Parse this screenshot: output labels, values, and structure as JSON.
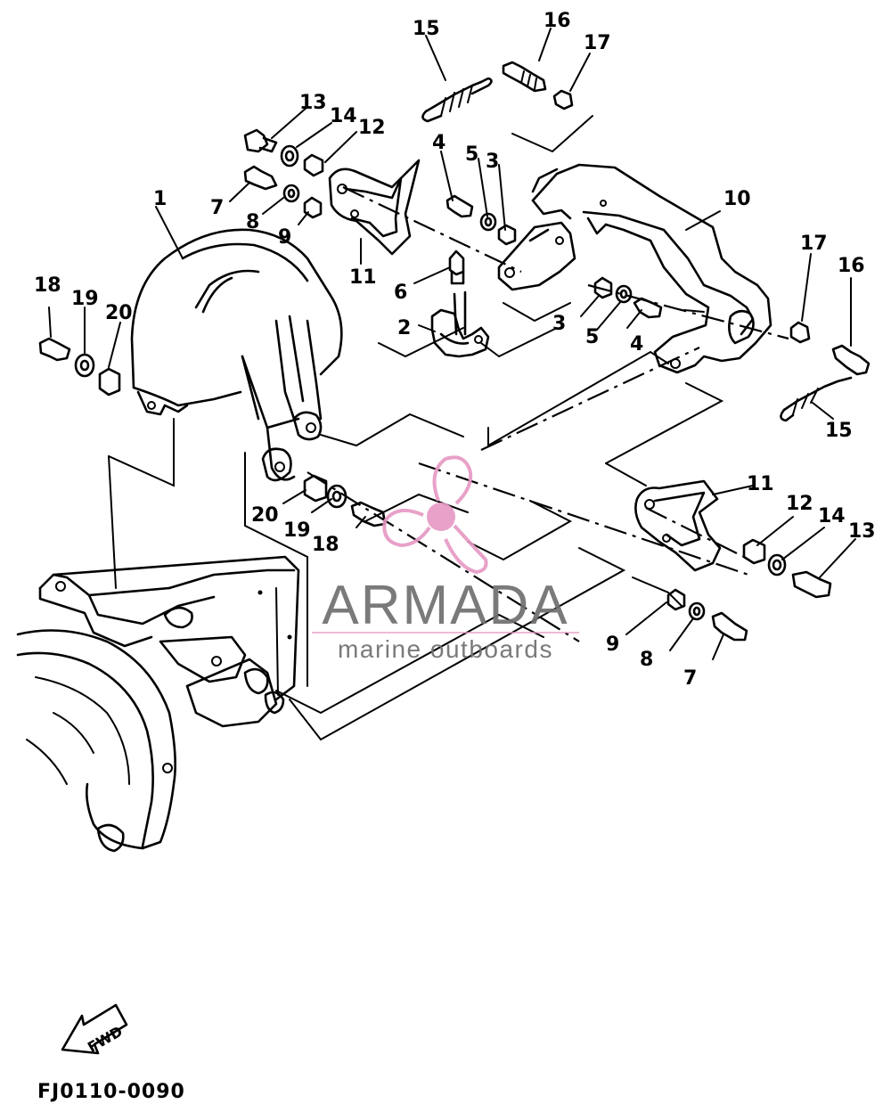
{
  "diagram": {
    "code": "FJ0110-0090",
    "fwd_label": "FWD",
    "callouts": [
      {
        "id": "c1",
        "text": "1"
      },
      {
        "id": "c2",
        "text": "2"
      },
      {
        "id": "c3a",
        "text": "3"
      },
      {
        "id": "c3b",
        "text": "3"
      },
      {
        "id": "c4a",
        "text": "4"
      },
      {
        "id": "c4b",
        "text": "4"
      },
      {
        "id": "c5a",
        "text": "5"
      },
      {
        "id": "c5b",
        "text": "5"
      },
      {
        "id": "c6",
        "text": "6"
      },
      {
        "id": "c7a",
        "text": "7"
      },
      {
        "id": "c7b",
        "text": "7"
      },
      {
        "id": "c8a",
        "text": "8"
      },
      {
        "id": "c8b",
        "text": "8"
      },
      {
        "id": "c9a",
        "text": "9"
      },
      {
        "id": "c9b",
        "text": "9"
      },
      {
        "id": "c10",
        "text": "10"
      },
      {
        "id": "c11a",
        "text": "11"
      },
      {
        "id": "c11b",
        "text": "11"
      },
      {
        "id": "c12a",
        "text": "12"
      },
      {
        "id": "c12b",
        "text": "12"
      },
      {
        "id": "c13a",
        "text": "13"
      },
      {
        "id": "c13b",
        "text": "13"
      },
      {
        "id": "c14a",
        "text": "14"
      },
      {
        "id": "c14b",
        "text": "14"
      },
      {
        "id": "c15a",
        "text": "15"
      },
      {
        "id": "c15b",
        "text": "15"
      },
      {
        "id": "c16a",
        "text": "16"
      },
      {
        "id": "c16b",
        "text": "16"
      },
      {
        "id": "c17a",
        "text": "17"
      },
      {
        "id": "c17b",
        "text": "17"
      },
      {
        "id": "c18a",
        "text": "18"
      },
      {
        "id": "c18b",
        "text": "18"
      },
      {
        "id": "c19a",
        "text": "19"
      },
      {
        "id": "c19b",
        "text": "19"
      },
      {
        "id": "c20a",
        "text": "20"
      },
      {
        "id": "c20b",
        "text": "20"
      }
    ]
  },
  "watermark": {
    "brand": "ARMADA",
    "tagline": "marine outboards",
    "logo_icon": "propeller-logo-icon",
    "logo_color": "#e79ac4",
    "text_color": "#6f6f6f"
  }
}
